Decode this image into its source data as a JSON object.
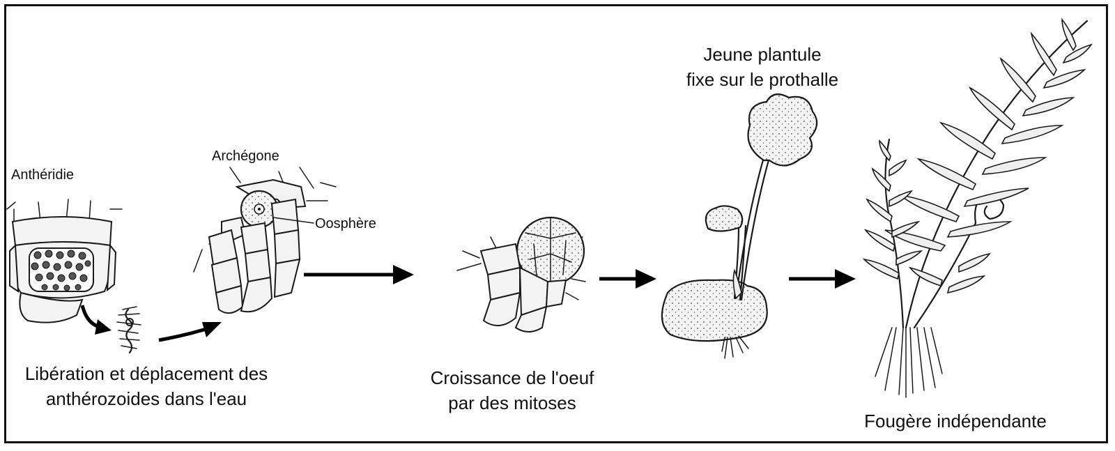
{
  "labels": {
    "antheridie": "Anthéridie",
    "archegone": "Archégone",
    "oosphere": "Oosphère",
    "plantule_line1": "Jeune plantule",
    "plantule_line2": "fixe sur le prothalle",
    "liberation_line1": "Libération et déplacement des",
    "liberation_line2": "anthérozoides dans l'eau",
    "croissance_line1": "Croissance de l'oeuf",
    "croissance_line2": "par des mitoses",
    "fougere": "Fougère indépendante"
  },
  "colors": {
    "ink": "#1a1a1a",
    "arrow": "#000000",
    "background": "#ffffff"
  }
}
